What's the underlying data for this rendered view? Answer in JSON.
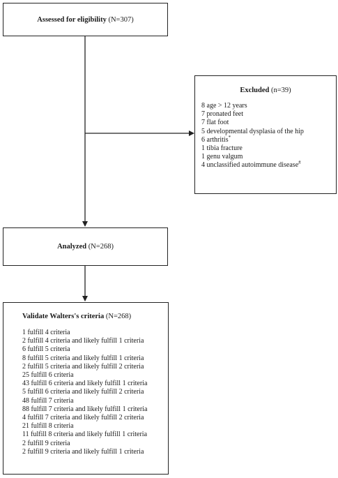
{
  "assessed": {
    "label": "Assessed for eligibility",
    "count": "(N=307)"
  },
  "excluded": {
    "label": "Excluded",
    "count": "(n=39)",
    "items": [
      {
        "text": "8 age > 12 years",
        "mark": ""
      },
      {
        "text": "7 pronated feet",
        "mark": ""
      },
      {
        "text": "7 flat foot",
        "mark": ""
      },
      {
        "text": "5 developmental dysplasia of the hip",
        "mark": ""
      },
      {
        "text": "6 arthritis",
        "mark": "*"
      },
      {
        "text": "1 tibia fracture",
        "mark": ""
      },
      {
        "text": "1 genu valgum",
        "mark": ""
      },
      {
        "text": "4 unclassified autoimmune disease",
        "mark": "#"
      }
    ]
  },
  "analyzed": {
    "label": "Analyzed",
    "count": "(N=268)"
  },
  "validate": {
    "label": "Validate Walters's criteria",
    "count": "(N=268)",
    "items": [
      "1 fulfill 4 criteria",
      "2 fulfill 4 criteria and likely fulfill 1 criteria",
      "6 fulfill 5 criteria",
      "8 fulfill 5 criteria and likely fulfill 1 criteria",
      "2 fulfill 5 criteria and likely fulfill 2 criteria",
      "25 fulfill 6 criteria",
      "43 fulfill 6 criteria and likely fulfill 1 criteria",
      "5 fulfill 6 criteria and likely fulfill 2 criteria",
      "48 fulfill 7 criteria",
      "88 fulfill 7 criteria and likely fulfill 1 criteria",
      "4 fulfill 7 criteria and likely fulfill 2 criteria",
      "21 fulfill 8 criteria",
      "11 fulfill 8 criteria and likely fulfill 1 criteria",
      "2 fulfill 9 criteria",
      "2 fulfill 9 criteria and likely fulfill 1 criteria"
    ]
  }
}
